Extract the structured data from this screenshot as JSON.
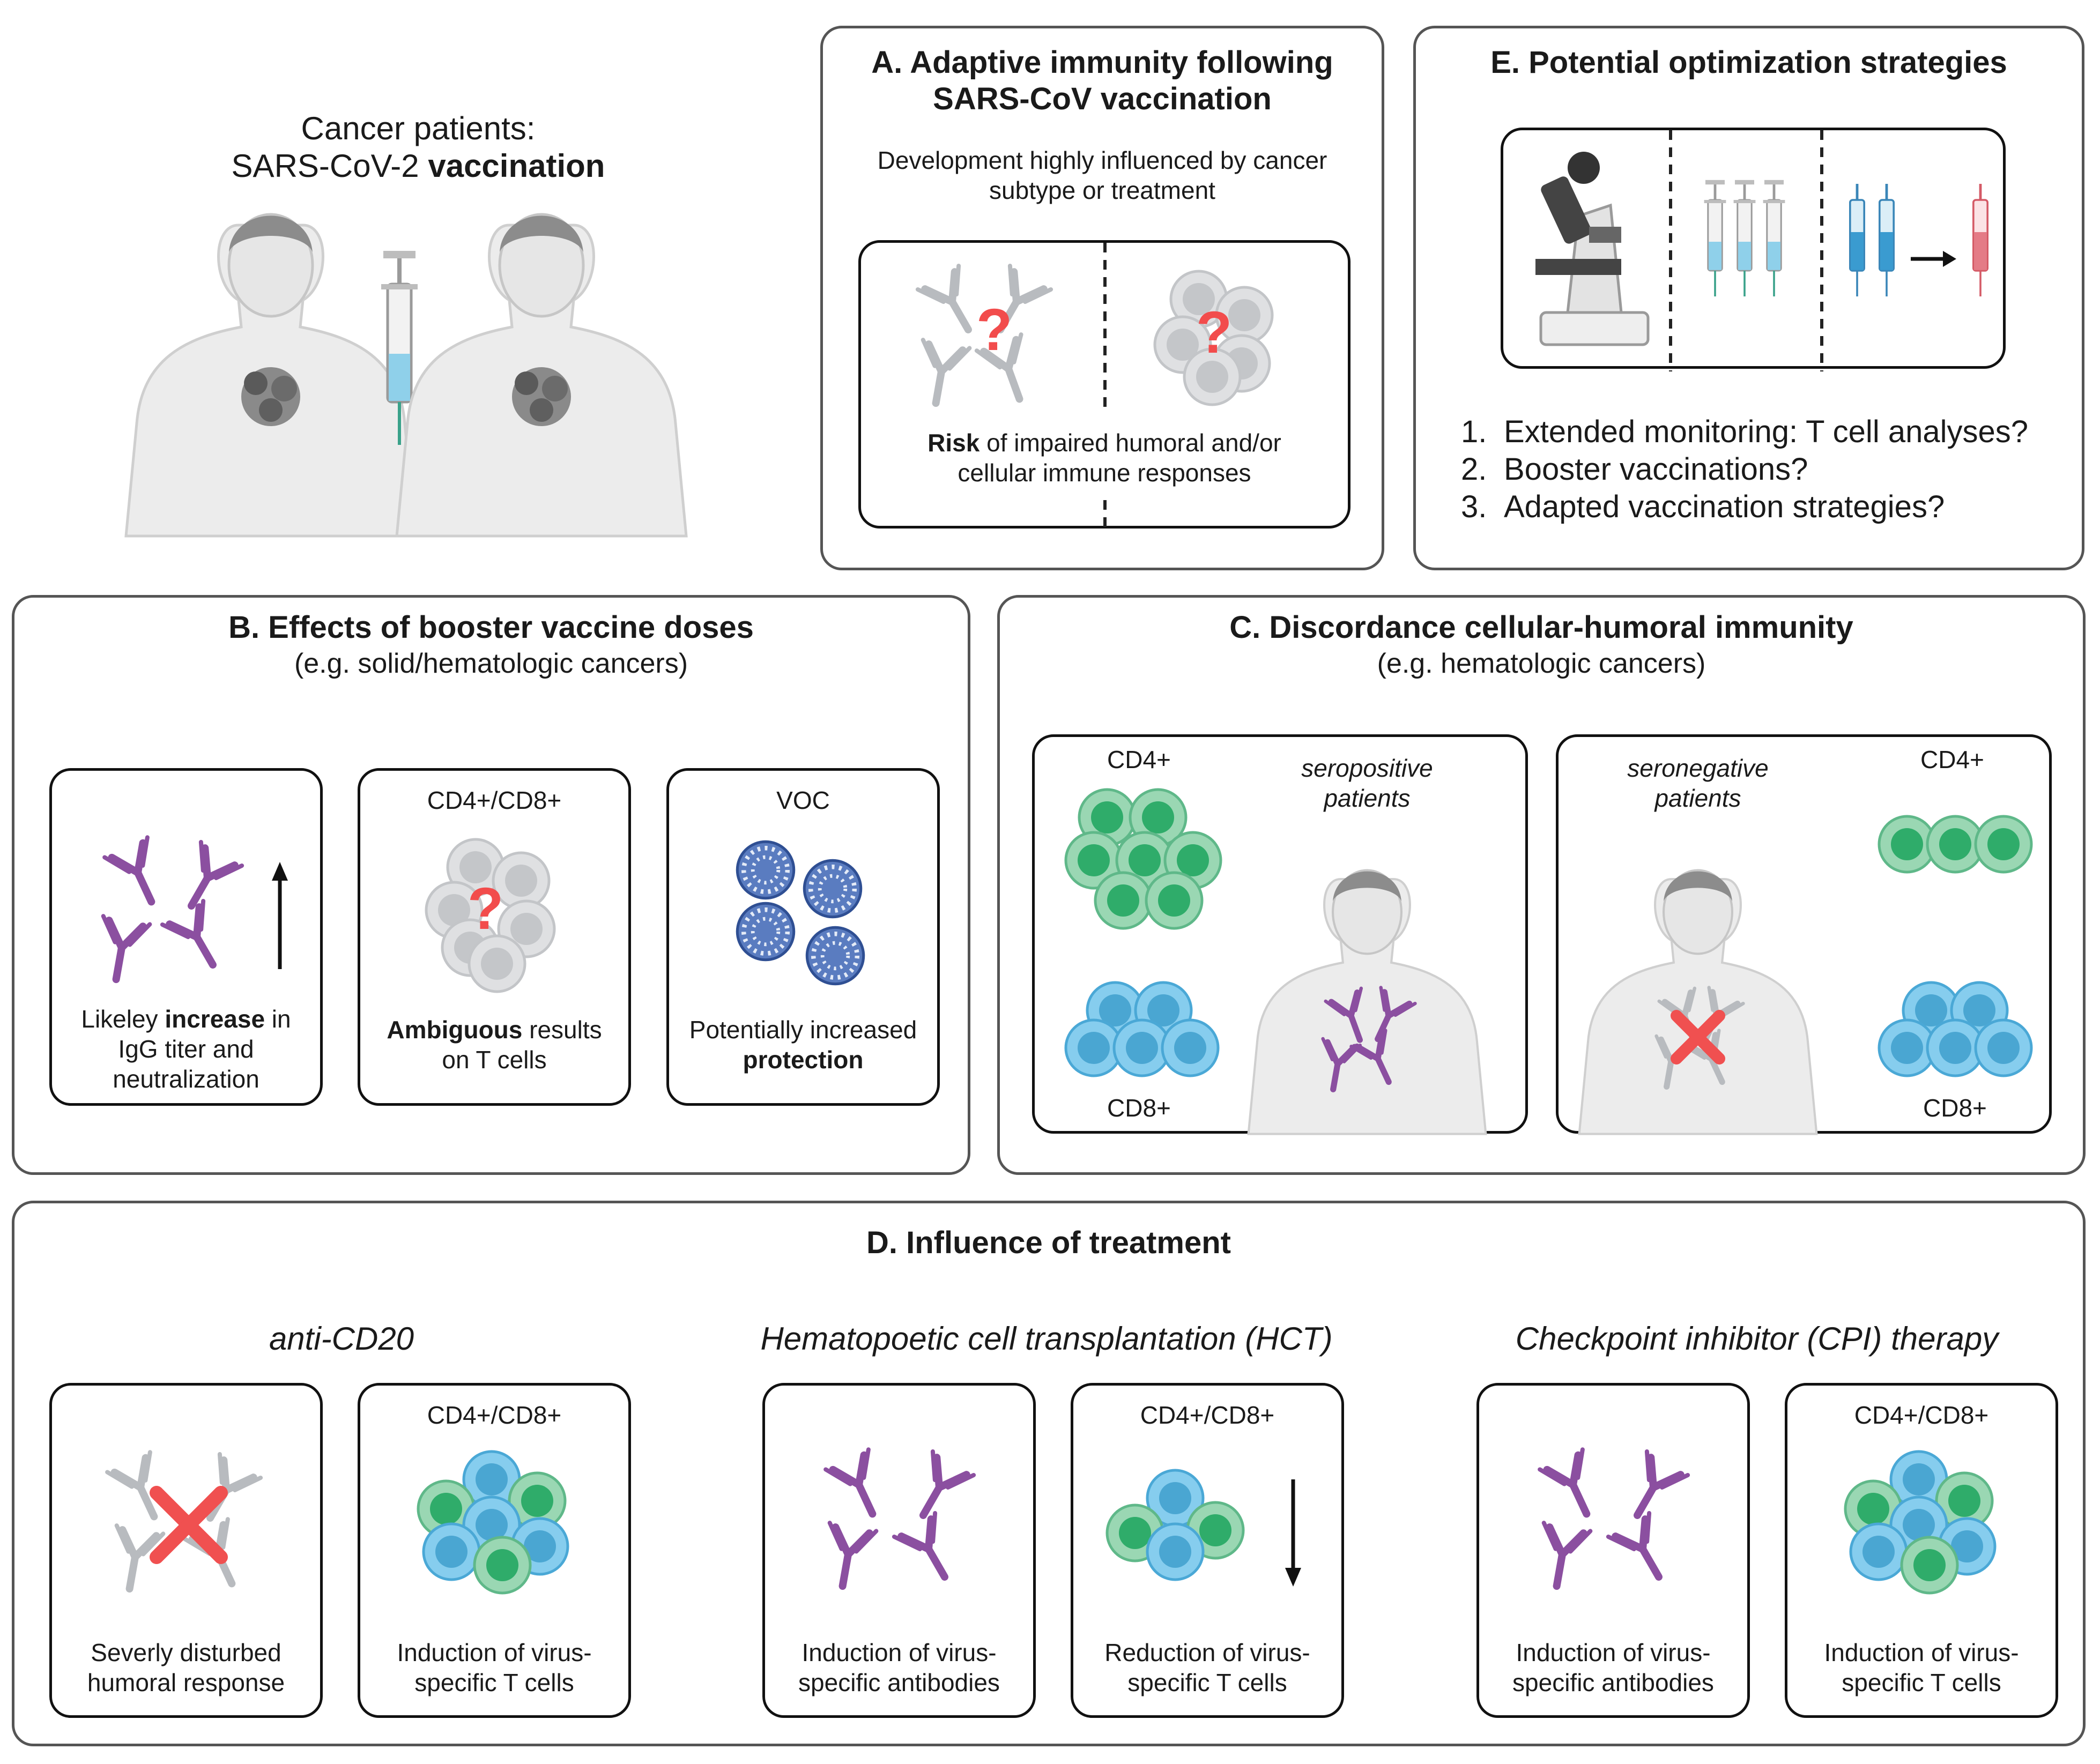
{
  "intro": {
    "line1": "Cancer patients:",
    "line2_normal": "SARS-CoV-2 ",
    "line2_bold": "vaccination"
  },
  "panel_a": {
    "title1": "A. Adaptive immunity following",
    "title2": "SARS-CoV vaccination",
    "desc1": "Development highly influenced by cancer",
    "desc2": "subtype or treatment",
    "risk_bold": "Risk",
    "risk_rest": " of impaired humoral and/or",
    "risk_line2": "cellular immune responses",
    "question": "?"
  },
  "panel_e": {
    "title": "E. Potential optimization strategies",
    "items": [
      {
        "num": "1.",
        "text": "Extended monitoring: T cell analyses?"
      },
      {
        "num": "2.",
        "text": "Booster vaccinations?"
      },
      {
        "num": "3.",
        "text": "Adapted vaccination strategies?"
      }
    ]
  },
  "panel_b": {
    "title": "B. Effects of booster vaccine doses",
    "subtitle": "(e.g. solid/hematologic cancers)",
    "box1": {
      "pre": "Likeley ",
      "bold": "increase",
      "post": " in",
      "line2": "IgG titer and",
      "line3": "neutralization"
    },
    "box2": {
      "header": "CD4+/CD8+",
      "bold": "Ambiguous",
      "post": " results",
      "line2": "on T cells"
    },
    "box3": {
      "header": "VOC",
      "line1": "Potentially increased",
      "bold": "protection"
    }
  },
  "panel_c": {
    "title": "C. Discordance cellular-humoral immunity",
    "subtitle": "(e.g. hematologic cancers)",
    "left": {
      "cd4": "CD4+",
      "cd8": "CD8+",
      "p1": "seropositive",
      "p2": "patients"
    },
    "right": {
      "cd4": "CD4+",
      "cd8": "CD8+",
      "p1": "seronegative",
      "p2": "patients"
    }
  },
  "panel_d": {
    "title": "D. Influence of treatment",
    "treatments": [
      {
        "name": "anti-CD20",
        "box1": {
          "line1": "Severly disturbed",
          "line2": "humoral response"
        },
        "box2": {
          "header": "CD4+/CD8+",
          "line1": "Induction of virus-",
          "line2": "specific T cells"
        }
      },
      {
        "name": "Hematopoetic cell transplantation (HCT)",
        "box1": {
          "line1": "Induction of virus-",
          "line2": "specific antibodies"
        },
        "box2": {
          "header": "CD4+/CD8+",
          "line1": "Reduction of virus-",
          "line2": "specific T cells"
        }
      },
      {
        "name": "Checkpoint inhibitor (CPI) therapy",
        "box1": {
          "line1": "Induction of virus-",
          "line2": "specific antibodies"
        },
        "box2": {
          "header": "CD4+/CD8+",
          "line1": "Induction of virus-",
          "line2": "specific T cells"
        }
      }
    ]
  },
  "colors": {
    "antibody": "#8b4fa0",
    "antibody_grey": "#b5b8bc",
    "cd4_green": "#7fcf9f",
    "cd4_core": "#2aa866",
    "cd8_blue": "#6cc3ea",
    "cd8_core": "#3a9fcf",
    "cell_grey": "#cfd1d4",
    "question_red": "#f24c4c",
    "cross_red": "#f05050",
    "virus_blue": "#3c5fa8"
  }
}
